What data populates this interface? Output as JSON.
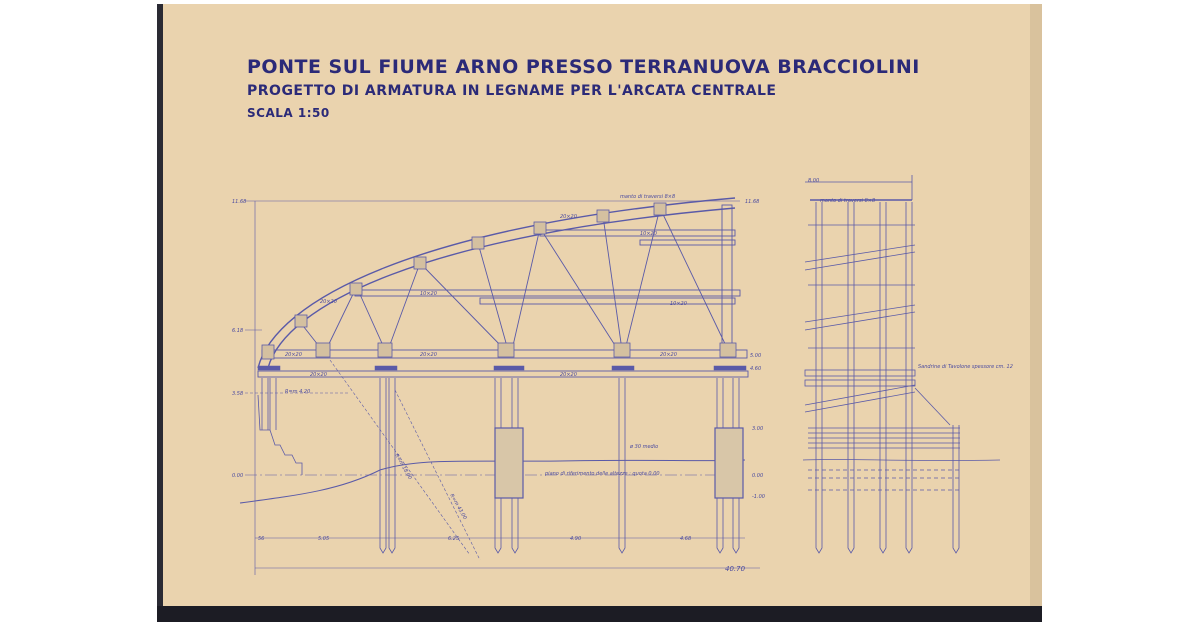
{
  "title": "PONTE SUL FIUME ARNO PRESSO TERRANUOVA BRACCIOLINI",
  "subtitle": "PROGETTO DI ARMATURA IN LEGNAME PER L'ARCATA CENTRALE",
  "scale": "SCALA 1:50",
  "colors": {
    "paper": "#ead3ae",
    "ink": "#2b2a78",
    "line": "#5a5aa8"
  },
  "elevation_marks": {
    "top": "11.68",
    "mid": "6.18",
    "low": "3.58",
    "datum": "0.00",
    "right_top": "11.68",
    "beam": "5.00",
    "sill": "4.60",
    "cap": "3.00",
    "pile_base": "-1.00",
    "datum_right": "0.00"
  },
  "labels": {
    "manto": "manto di traversi 8×8",
    "datum_note": "piano di riferimento delle altezze : quota 0.00",
    "radius_small": "R=m 4.20",
    "radius_mid": "R=m 18.00",
    "radius_large": "R=m 43.00",
    "pile_diameter": "ø 30 medio",
    "section_manto": "manto di traversi 8×8",
    "section_width": "8.00",
    "sandrine": "Sandrine di Tavolone spessore cm. 12"
  },
  "members": [
    "20×20",
    "20×20",
    "20×20",
    "20×20",
    "20×20",
    "10×20",
    "10×20",
    "10×20",
    "20×20",
    "20×20"
  ],
  "dimensions": {
    "d1": "56",
    "d2": "5.05",
    "d3": "6.25",
    "d4": "4.90",
    "d5": "4.68",
    "total": "40.70"
  }
}
